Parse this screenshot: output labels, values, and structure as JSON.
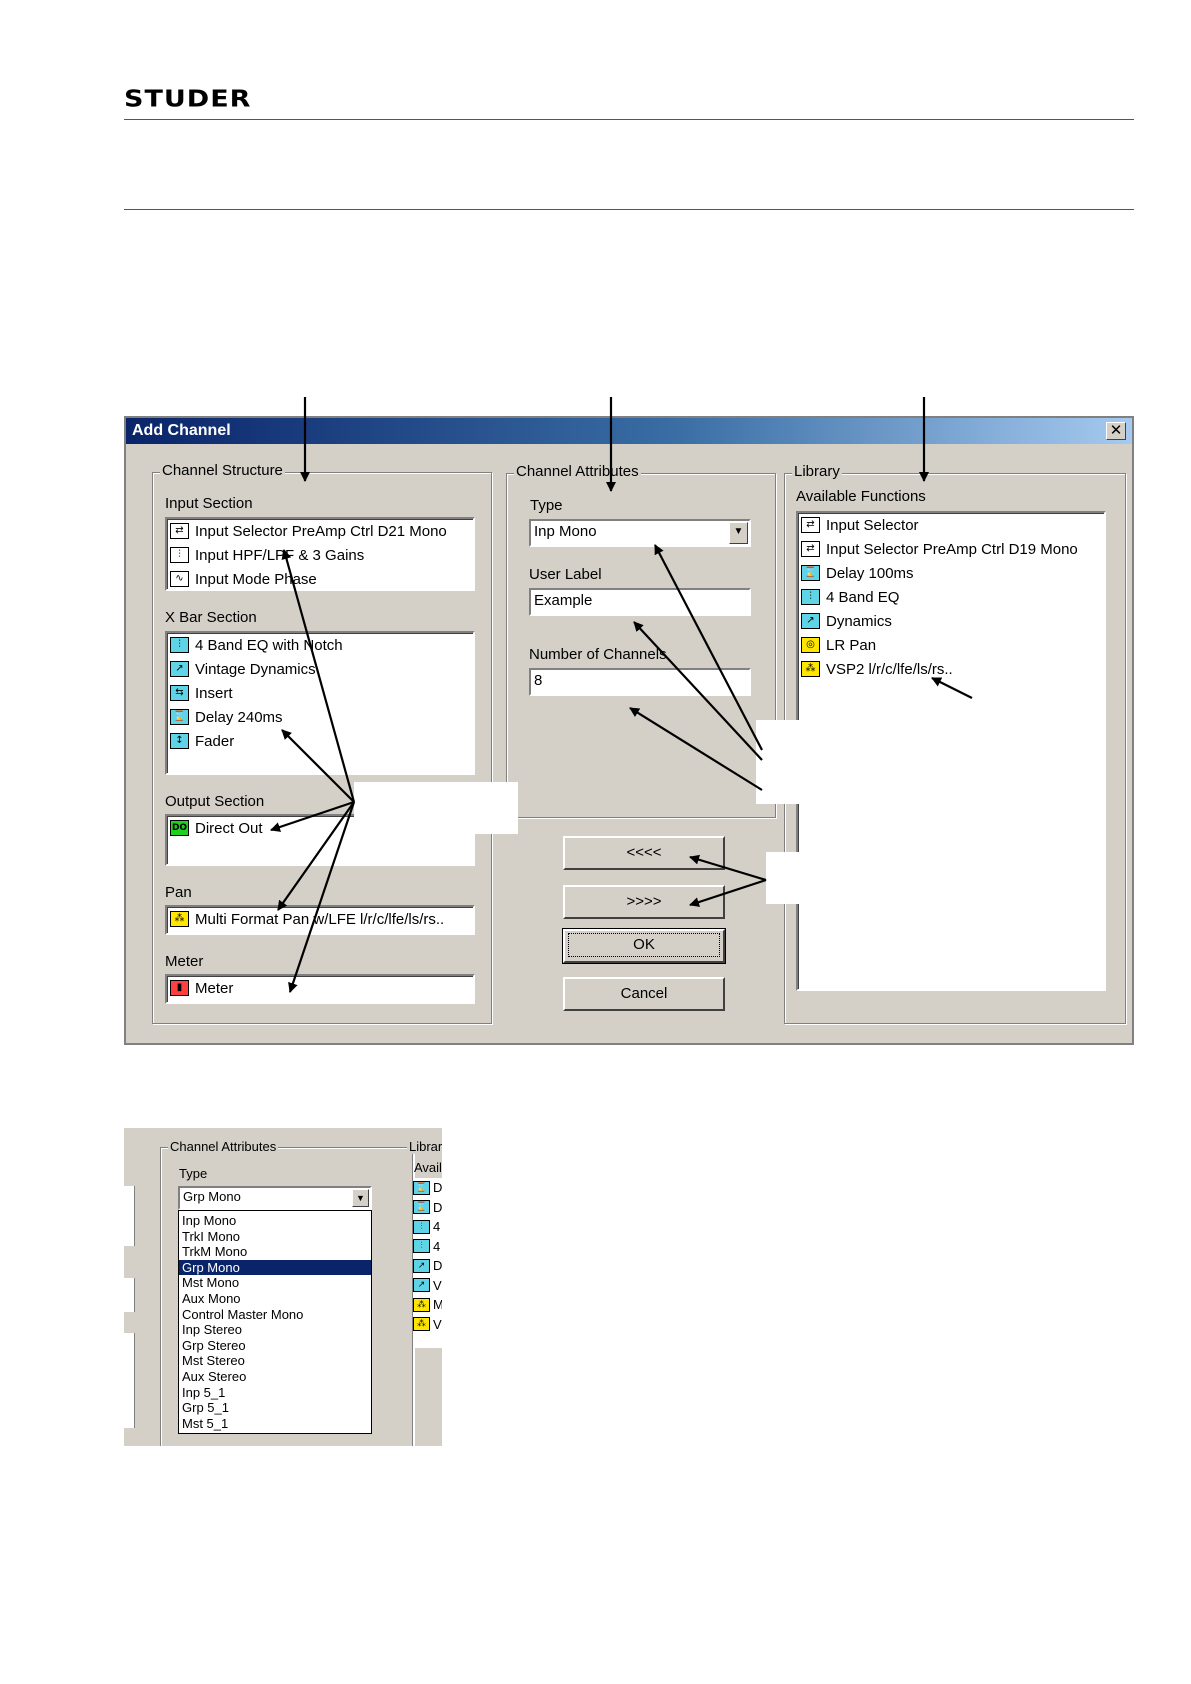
{
  "brand": "STUDER",
  "dialog": {
    "title": "Add Channel",
    "close_glyph": "✕",
    "structure": {
      "legend": "Channel Structure",
      "input_label": "Input Section",
      "input_items": [
        {
          "label": "Input Selector PreAmp Ctrl D21 Mono",
          "icon": "selector-icon",
          "glyph": "⇄",
          "color": "white"
        },
        {
          "label": "Input HPF/LPF & 3 Gains",
          "icon": "filter-icon",
          "glyph": "⫶",
          "color": "white"
        },
        {
          "label": "Input Mode Phase",
          "icon": "phase-icon",
          "glyph": "∿",
          "color": "white"
        }
      ],
      "xbar_label": "X Bar Section",
      "xbar_items": [
        {
          "label": "4 Band EQ with Notch",
          "icon": "eq-icon",
          "glyph": "⫶",
          "color": "cyan"
        },
        {
          "label": "Vintage Dynamics",
          "icon": "dynamics-icon",
          "glyph": "↗",
          "color": "cyan"
        },
        {
          "label": "Insert",
          "icon": "insert-icon",
          "glyph": "⇆",
          "color": "cyan"
        },
        {
          "label": "Delay 240ms",
          "icon": "delay-icon",
          "glyph": "⌛",
          "color": "cyan"
        },
        {
          "label": "Fader",
          "icon": "fader-icon",
          "glyph": "↕",
          "color": "cyan"
        }
      ],
      "output_label": "Output Section",
      "output_items": [
        {
          "label": "Direct Out",
          "icon": "direct-out-icon",
          "glyph": "DO",
          "color": "green"
        }
      ],
      "pan_label": "Pan",
      "pan_value": "Multi Format Pan w/LFE l/r/c/lfe/ls/rs..",
      "meter_label": "Meter",
      "meter_value": "Meter"
    },
    "attributes": {
      "legend": "Channel Attributes",
      "type_label": "Type",
      "type_value": "Inp Mono",
      "user_label_label": "User Label",
      "user_label_value": "Example",
      "channels_label": "Number of Channels",
      "channels_value": "8"
    },
    "buttons": {
      "remove": "<<<<",
      "add": ">>>>",
      "ok": "OK",
      "cancel": "Cancel"
    },
    "library": {
      "legend": "Library",
      "available_label": "Available Functions",
      "items": [
        {
          "label": "Input Selector",
          "icon": "selector-icon",
          "glyph": "⇄",
          "color": "white"
        },
        {
          "label": "Input Selector PreAmp Ctrl D19 Mono",
          "icon": "selector-icon",
          "glyph": "⇄",
          "color": "white"
        },
        {
          "label": "Delay 100ms",
          "icon": "delay-icon",
          "glyph": "⌛",
          "color": "cyan"
        },
        {
          "label": "4 Band EQ",
          "icon": "eq-icon",
          "glyph": "⫶",
          "color": "cyan"
        },
        {
          "label": "Dynamics",
          "icon": "dynamics-icon",
          "glyph": "↗",
          "color": "cyan"
        },
        {
          "label": "LR Pan",
          "icon": "pan-icon",
          "glyph": "◎",
          "color": "yellow"
        },
        {
          "label": "VSP2 l/r/c/lfe/ls/rs..",
          "icon": "surround-pan-icon",
          "glyph": "⁂",
          "color": "yellow"
        }
      ]
    }
  },
  "type_dropdown": {
    "legend": "Channel Attributes",
    "library_legend": "Library",
    "available_partial": "Avail",
    "type_label": "Type",
    "selected": "Grp Mono",
    "options": [
      "Inp Mono",
      "TrkI Mono",
      "TrkM Mono",
      "Grp Mono",
      "Mst Mono",
      "Aux Mono",
      "Control Master Mono",
      "Inp Stereo",
      "Grp Stereo",
      "Mst Stereo",
      "Aux Stereo",
      "Inp 5_1",
      "Grp 5_1",
      "Mst 5_1"
    ],
    "library_icons": [
      {
        "glyph": "⌛",
        "color": "cyan",
        "letter": "D"
      },
      {
        "glyph": "⌛",
        "color": "cyan",
        "letter": "D"
      },
      {
        "glyph": "⫶",
        "color": "cyan",
        "letter": "4"
      },
      {
        "glyph": "⫶",
        "color": "cyan",
        "letter": "4"
      },
      {
        "glyph": "↗",
        "color": "cyan",
        "letter": "D"
      },
      {
        "glyph": "↗",
        "color": "cyan",
        "letter": "V"
      },
      {
        "glyph": "⁂",
        "color": "yellow",
        "letter": "M"
      },
      {
        "glyph": "⁂",
        "color": "yellow",
        "letter": "V"
      }
    ]
  },
  "colors": {
    "dialog_face": "#d4d0c8",
    "title_start": "#0a246a",
    "title_end": "#a6caf0",
    "icon_cyan": "#5fd4e6",
    "icon_yellow": "#ffe600",
    "icon_green": "#1fd01f",
    "icon_red": "#ff4040"
  }
}
